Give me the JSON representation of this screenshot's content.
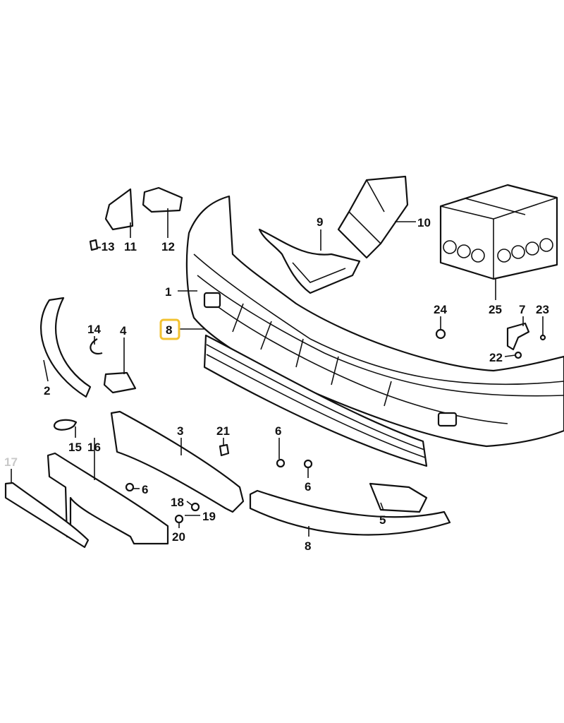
{
  "diagram": {
    "highlight_color": "#f2c230",
    "labels": {
      "p1": "1",
      "p2": "2",
      "p3": "3",
      "p4": "4",
      "p5": "5",
      "p6a": "6",
      "p6b": "6",
      "p6c": "6",
      "p7": "7",
      "p8_selected": "8",
      "p8b": "8",
      "p9": "9",
      "p10": "10",
      "p11": "11",
      "p12": "12",
      "p13": "-13",
      "p14": "14",
      "p15": "15",
      "p16": "16",
      "p17": "17",
      "p18": "18",
      "p19": "19",
      "p20": "20",
      "p21": "21",
      "p22": "22",
      "p23": "23",
      "p24": "24",
      "p25": "25"
    },
    "selected_part": "8",
    "dimmed_part": "17"
  }
}
